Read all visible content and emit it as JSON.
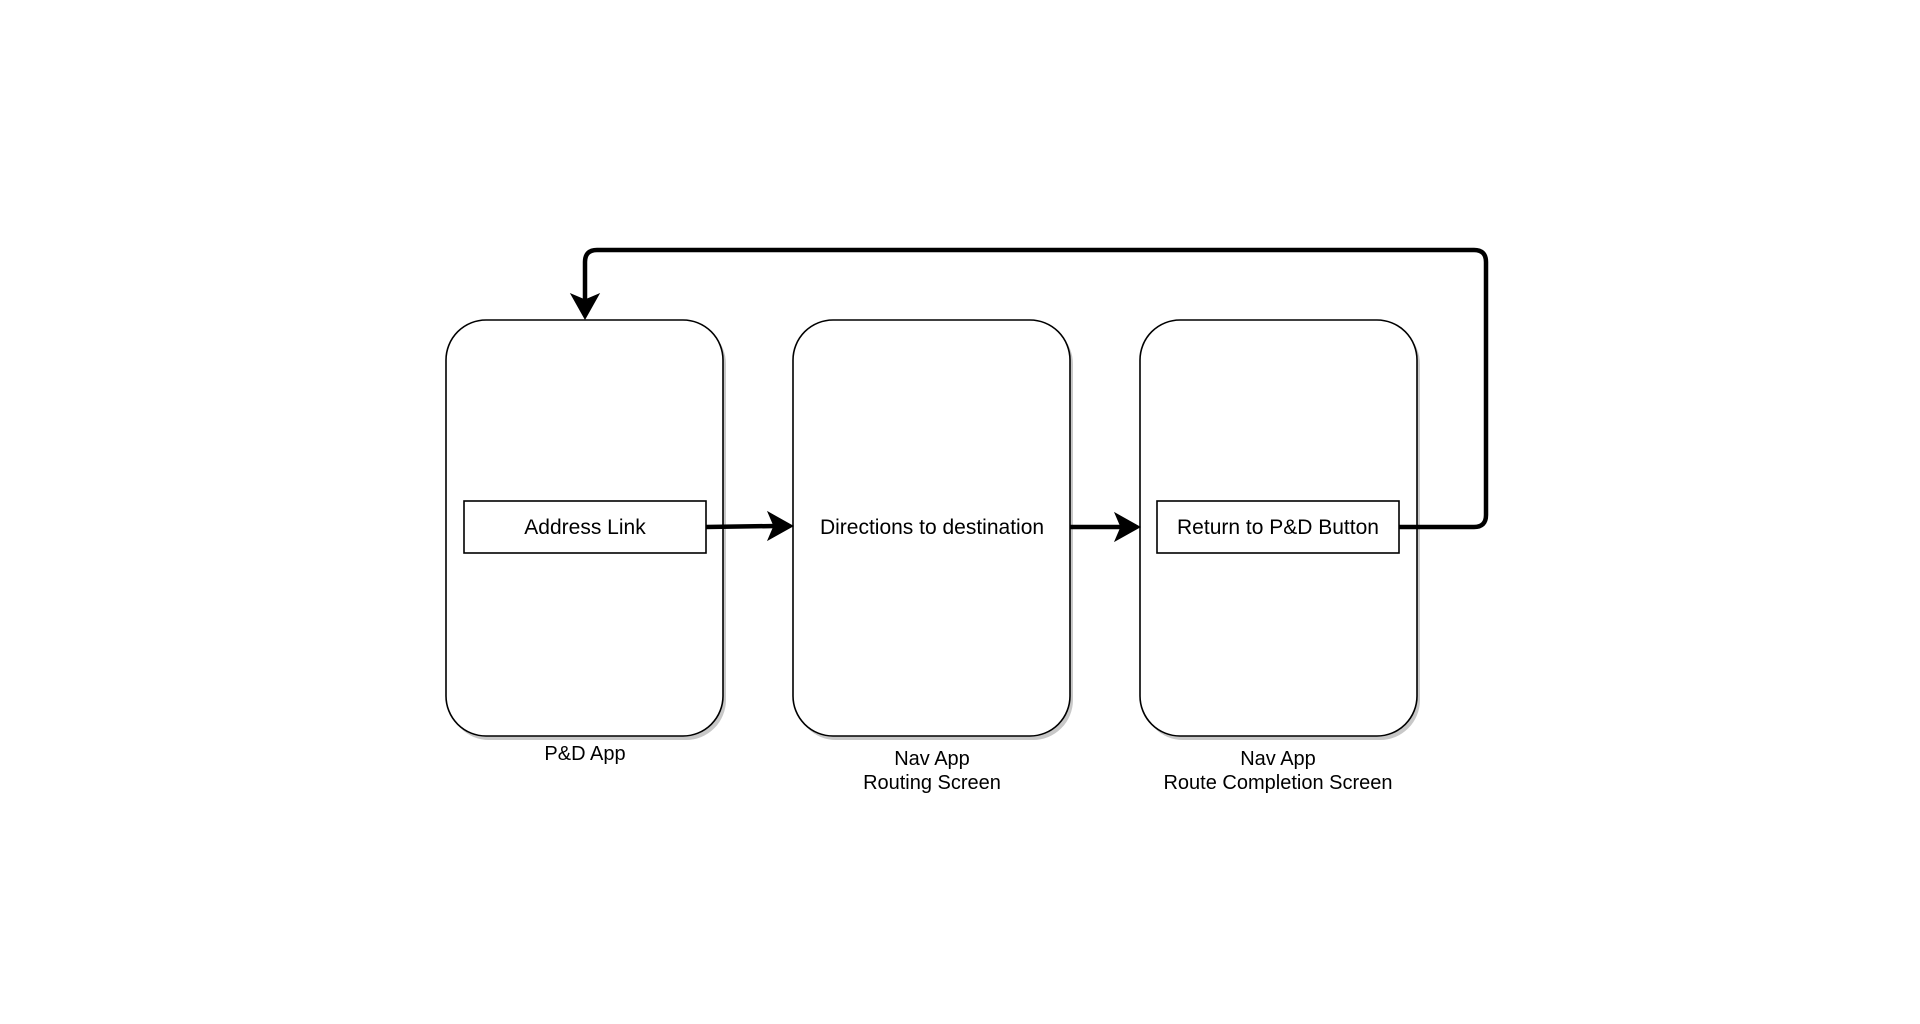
{
  "diagram": {
    "screens": [
      {
        "id": "pd-app",
        "inner_label": "Address Link",
        "caption_lines": [
          "P&D App"
        ]
      },
      {
        "id": "nav-routing",
        "inner_label": "Directions to destination",
        "caption_lines": [
          "Nav App",
          "Routing Screen"
        ]
      },
      {
        "id": "nav-completion",
        "inner_label": "Return to P&D Button",
        "caption_lines": [
          "Nav App",
          "Route Completion Screen"
        ]
      }
    ],
    "connections": [
      {
        "from": "pd-app",
        "to": "nav-routing"
      },
      {
        "from": "nav-routing",
        "to": "nav-completion"
      },
      {
        "from": "nav-completion",
        "to": "pd-app"
      }
    ],
    "colors": {
      "stroke": "#000000",
      "fill": "#ffffff",
      "shadow": "#c8c8c8"
    }
  }
}
